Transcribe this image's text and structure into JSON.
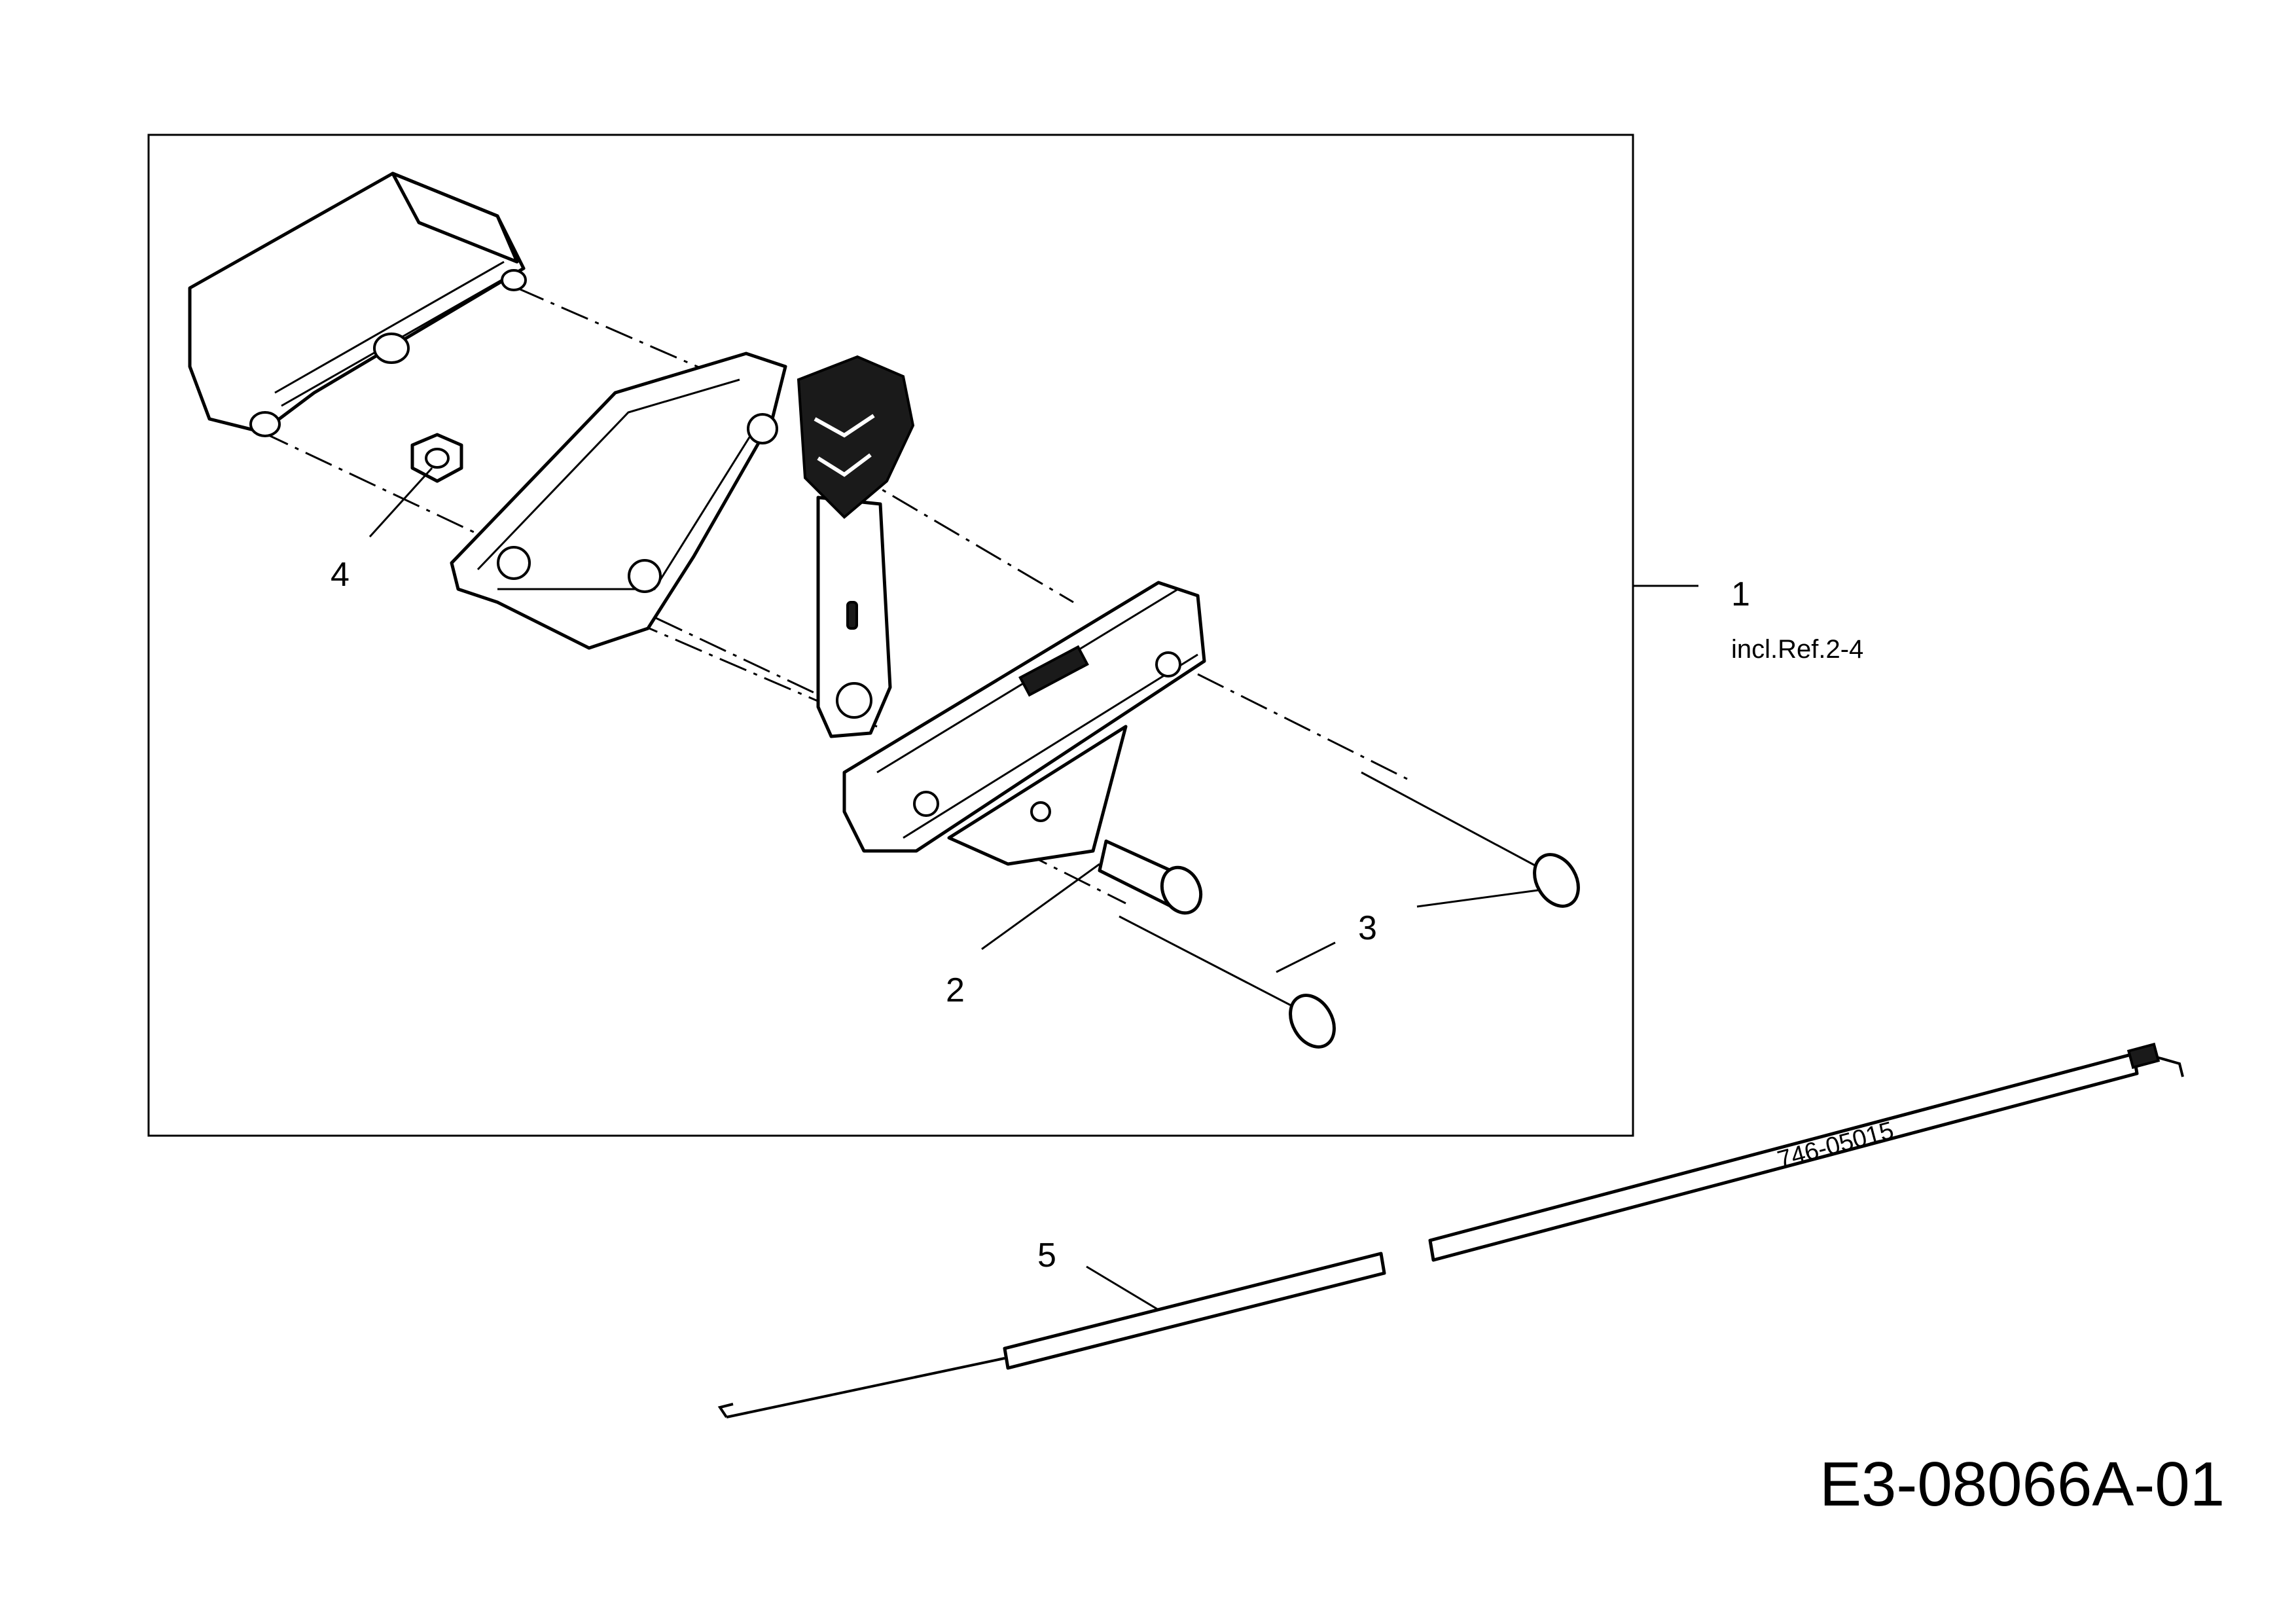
{
  "callouts": {
    "ref1": "1",
    "ref1_note": "incl.Ref.2-4",
    "ref2": "2",
    "ref3": "3",
    "ref4": "4",
    "ref5": "5"
  },
  "cable_part_number": "746-05015",
  "diagram_code": "E3-08066A-01"
}
